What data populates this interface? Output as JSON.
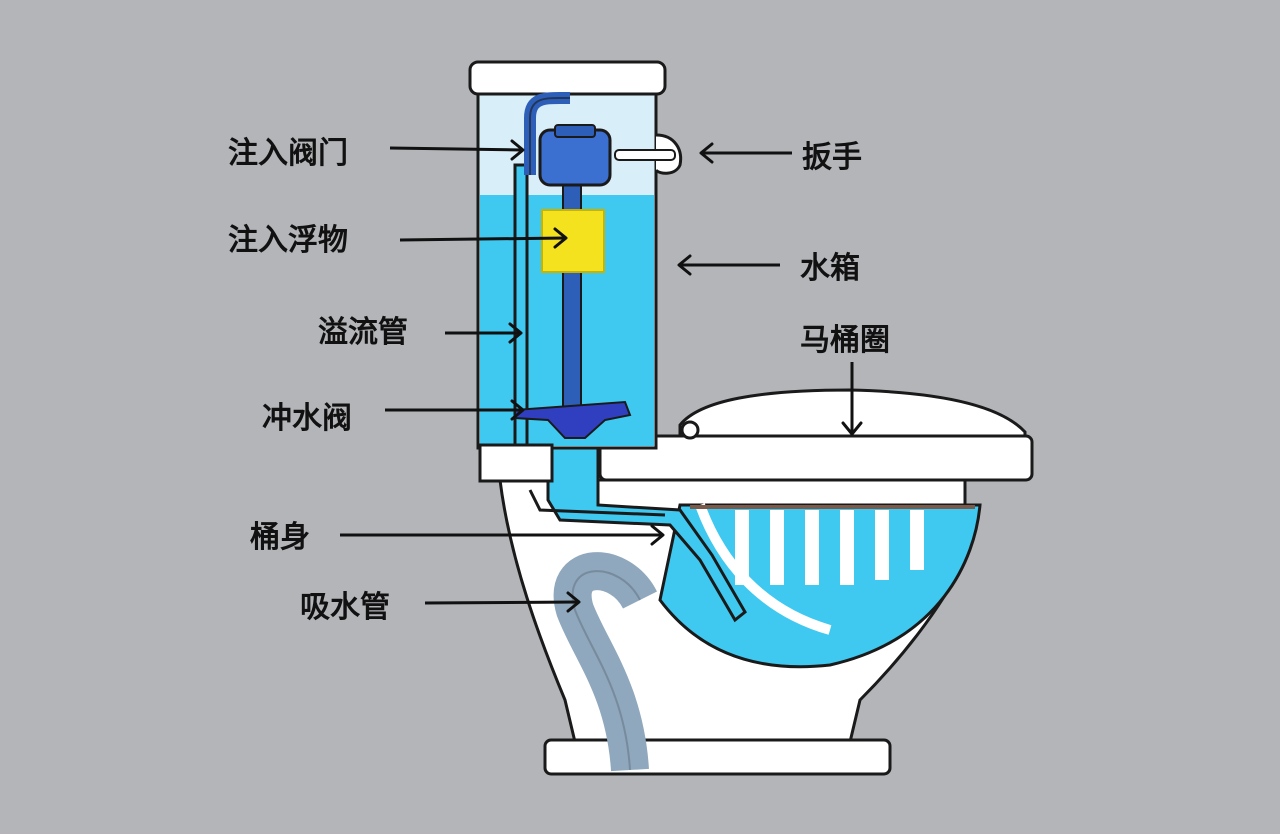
{
  "labels": {
    "fill_valve": "注入阀门",
    "float": "注入浮物",
    "overflow_tube": "溢流管",
    "flush_valve": "冲水阀",
    "bowl_body": "桶身",
    "trapway": "吸水管",
    "handle": "扳手",
    "tank": "水箱",
    "seat": "马桶圈"
  },
  "colors": {
    "background": "#b3b5b9",
    "water": "#3fc8f0",
    "porcelain": "#ffffff",
    "outline": "#1a1a1a",
    "float": "#f5e21e",
    "valve": "#2e5fb8",
    "flush_valve": "#2f3fc0",
    "trap": "#8fa8bd"
  }
}
